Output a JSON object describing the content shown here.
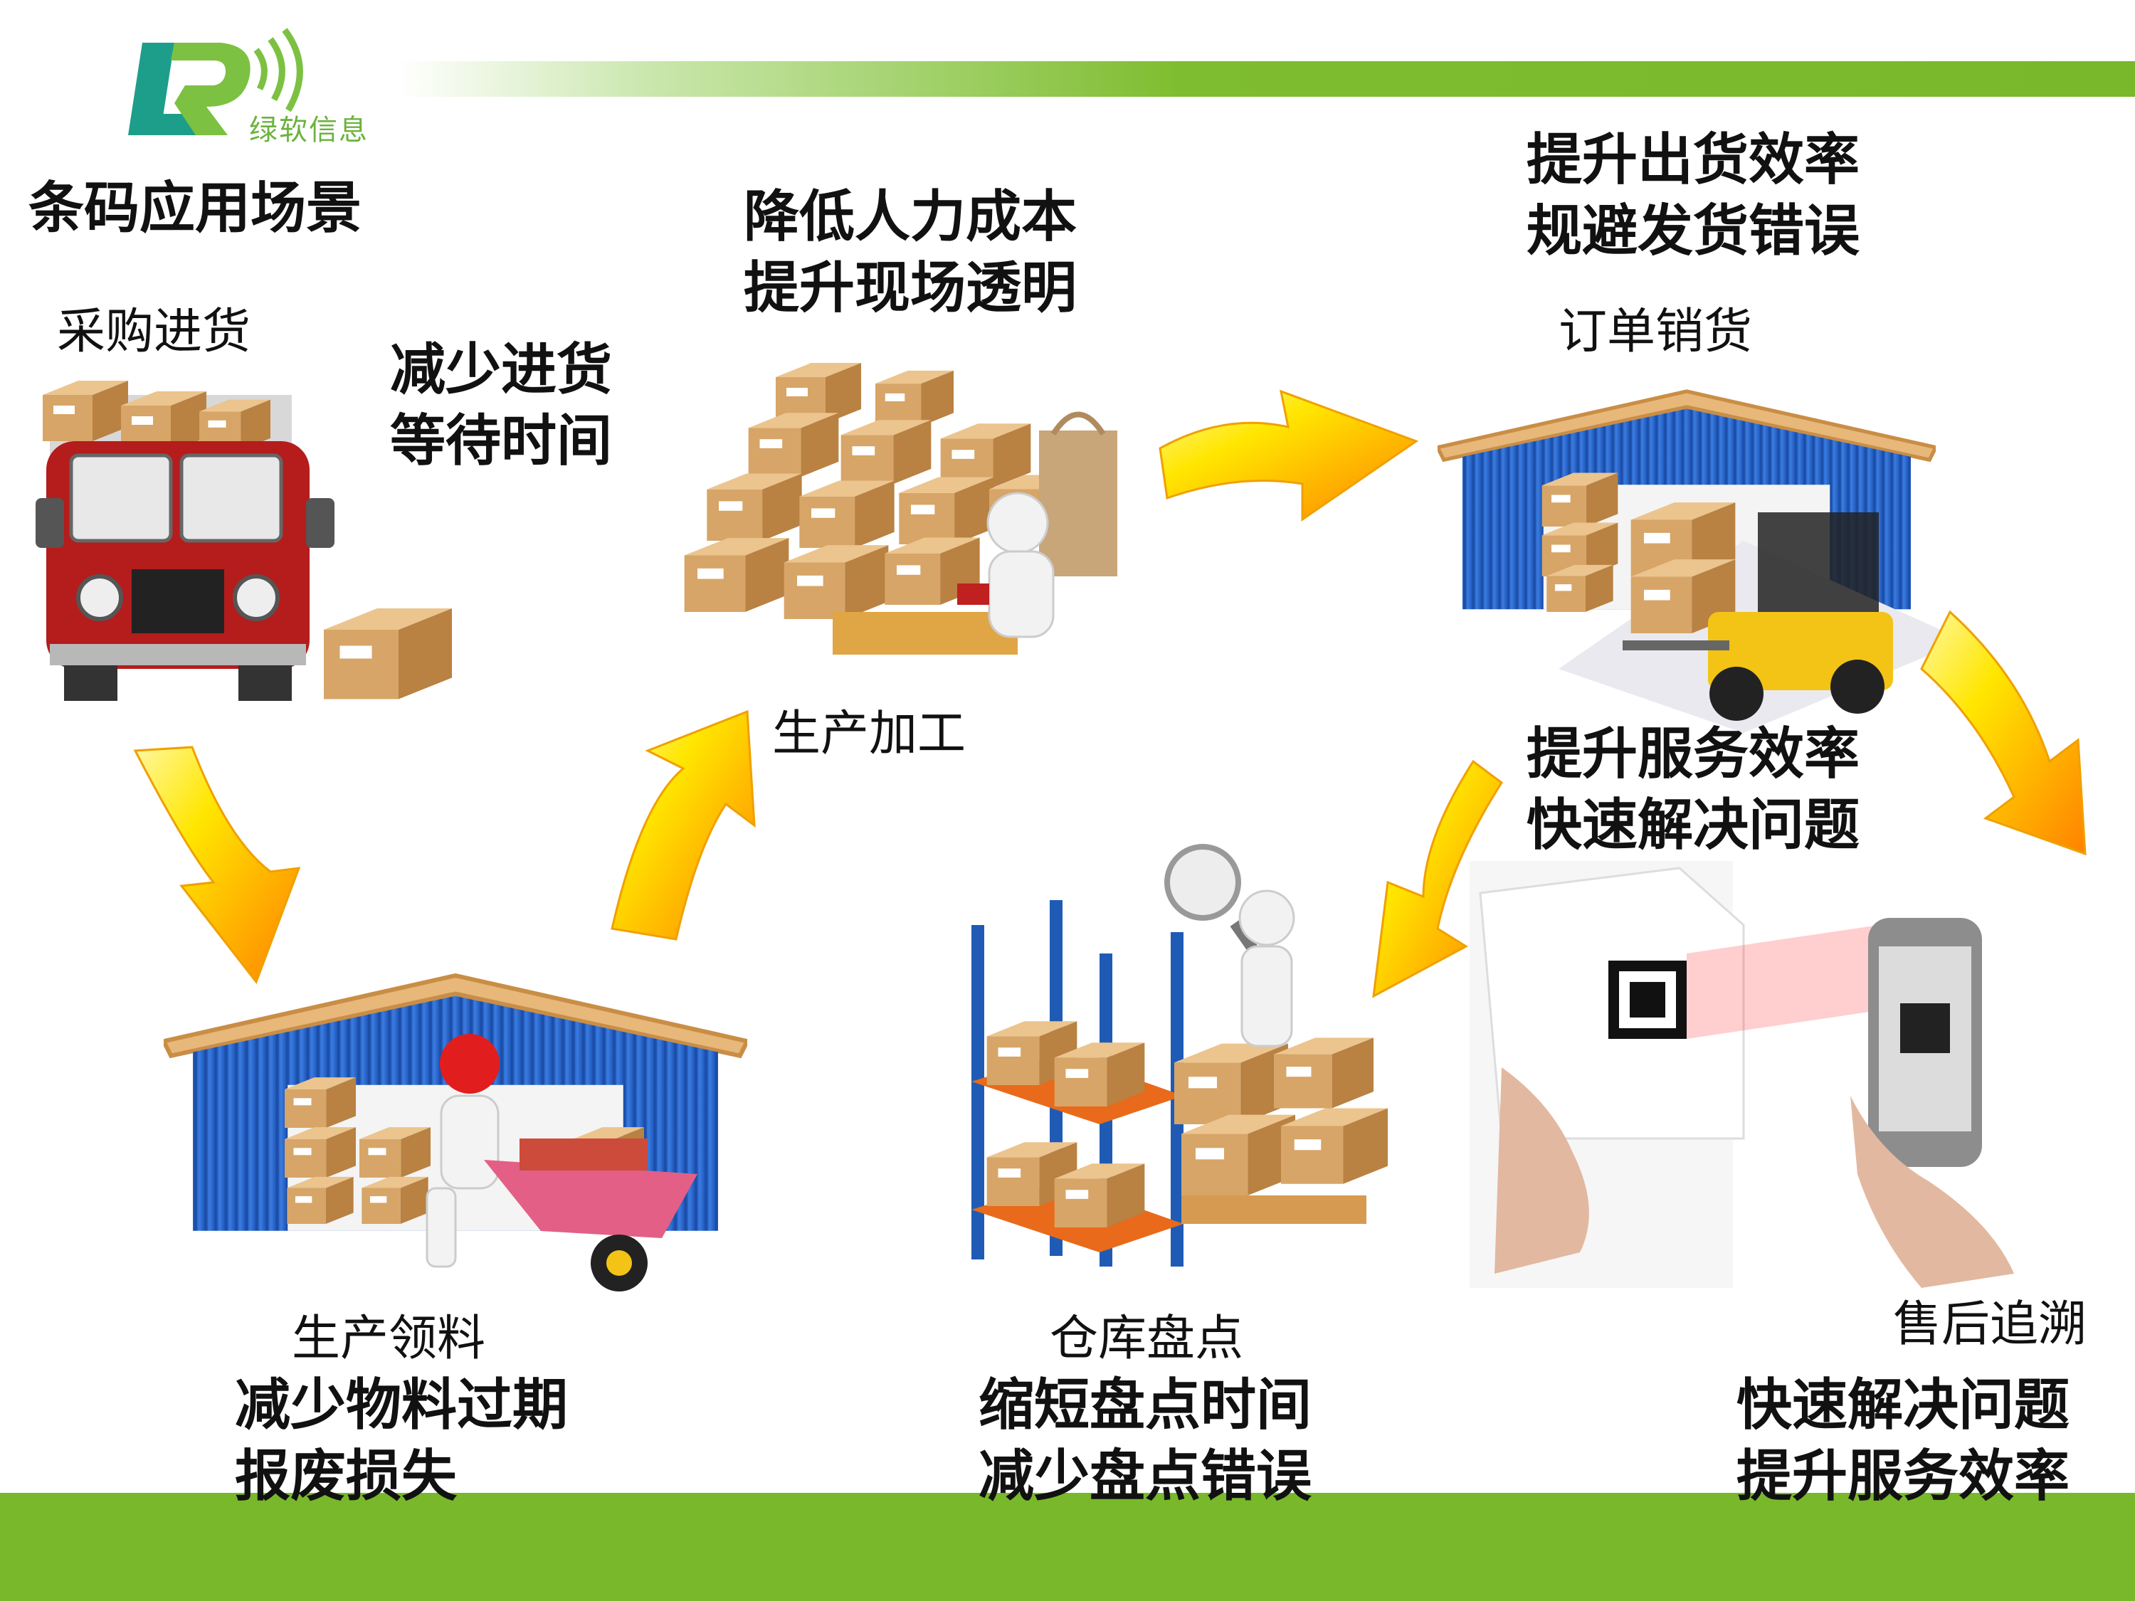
{
  "brand": {
    "name": "绿软信息"
  },
  "title": "条码应用场景",
  "stages": {
    "purchase": {
      "label": "采购进货",
      "benefits": [
        "减少进货",
        "等待时间"
      ]
    },
    "production": {
      "label": "生产加工",
      "benefits": [
        "降低人力成本",
        "提升现场透明"
      ]
    },
    "order": {
      "label": "订单销货",
      "benefits": [
        "提升出货效率",
        "规避发货错误"
      ]
    },
    "material": {
      "label": "生产领料",
      "benefits": [
        "减少物料过期",
        "报废损失"
      ]
    },
    "inventory": {
      "label": "仓库盘点",
      "benefits": [
        "缩短盘点时间",
        "减少盘点错误"
      ]
    },
    "aftersales": {
      "label": "售后追溯",
      "benefits": [
        "快速解决问题",
        "提升服务效率"
      ]
    },
    "service": {
      "benefits": [
        "提升服务效率",
        "快速解决问题"
      ]
    }
  },
  "colors": {
    "brand_green": "#78b82a",
    "arrow_yellow": "#ffe600",
    "arrow_orange": "#ff8a00"
  }
}
